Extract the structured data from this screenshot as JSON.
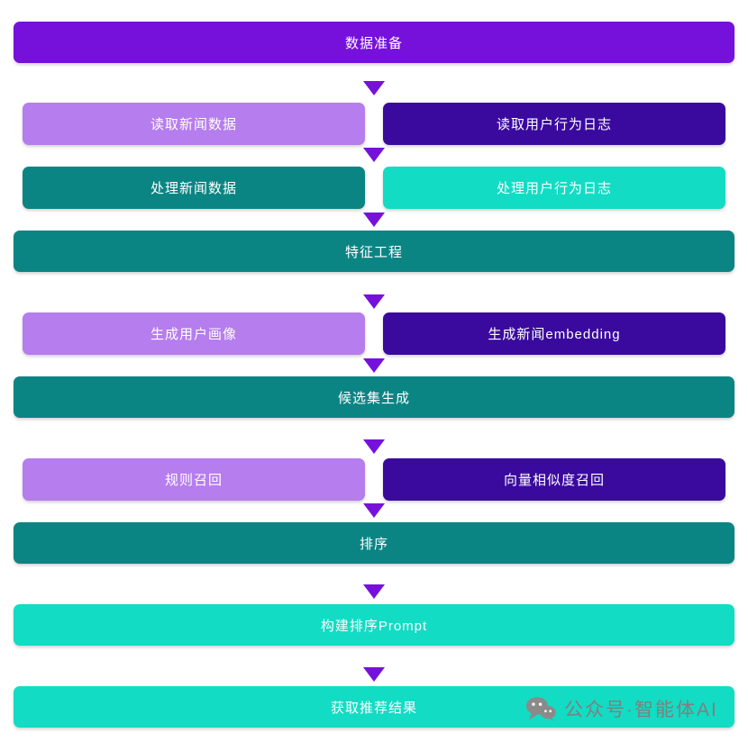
{
  "colors": {
    "purple": "#7611dc",
    "light-purple": "#b57ded",
    "dark-purple": "#3a0a9e",
    "teal": "#0b8584",
    "turquoise": "#13dcc4",
    "arrow": "#7611dc",
    "watermark": "#7f7f7f"
  },
  "nodes": {
    "data_prep": "数据准备",
    "read_news": "读取新闻数据",
    "read_logs": "读取用户行为日志",
    "process_news": "处理新闻数据",
    "process_logs": "处理用户行为日志",
    "feature_engineering": "特征工程",
    "gen_user_profile": "生成用户画像",
    "gen_news_embedding": "生成新闻embedding",
    "candidate_generation": "候选集生成",
    "rule_recall": "规则召回",
    "vector_recall": "向量相似度召回",
    "ranking": "排序",
    "build_prompt": "构建排序Prompt",
    "get_results": "获取推荐结果"
  },
  "watermark": {
    "text": "公众号·智能体AI"
  }
}
